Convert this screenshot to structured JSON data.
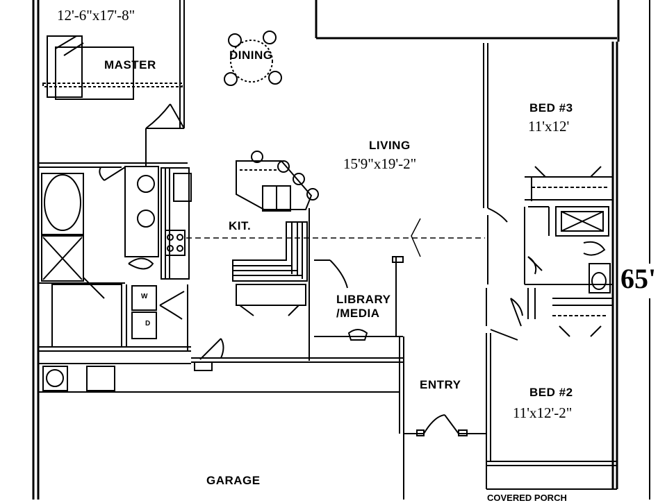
{
  "rooms": {
    "master": {
      "label": "MASTER",
      "dim": "12'-6\"x17'-8\""
    },
    "dining": {
      "label": "DINING"
    },
    "living": {
      "label": "LIVING",
      "dim": "15'9\"x19'-2\""
    },
    "kitchen": {
      "label": "KIT."
    },
    "bed3": {
      "label": "BED #3",
      "dim": "11'x12'"
    },
    "library": {
      "label_line1": "LIBRARY",
      "label_line2": "/MEDIA"
    },
    "entry": {
      "label": "ENTRY"
    },
    "bed2": {
      "label": "BED #2",
      "dim": "11'x12'-2\""
    },
    "garage": {
      "label": "GARAGE"
    },
    "porch": {
      "label": "COVERED PORCH"
    }
  },
  "overall_dimension": "65'",
  "appliances": {
    "washer": "W",
    "dryer": "D"
  }
}
